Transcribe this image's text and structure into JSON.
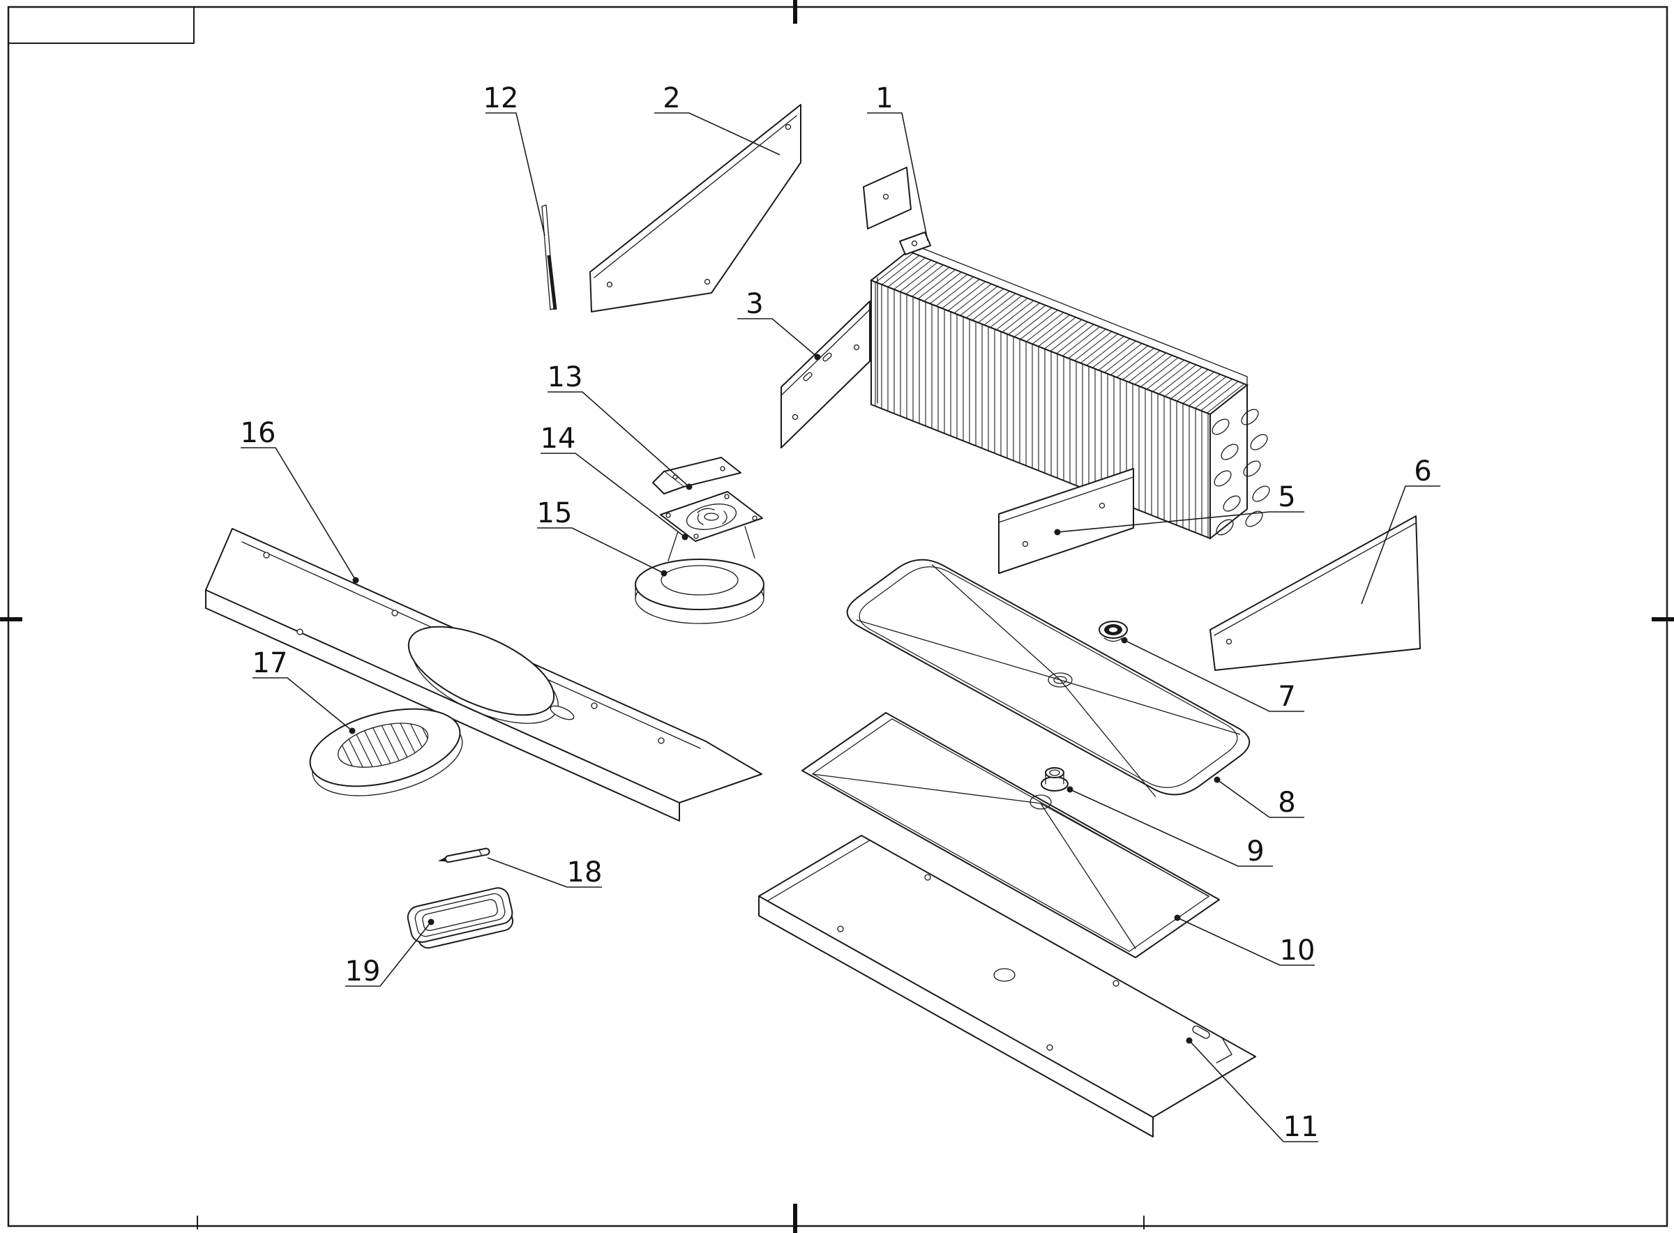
{
  "colors": {
    "background": "#ffffff",
    "line": "#1a1a1a"
  },
  "diagram": {
    "type": "exploded-parts-diagram",
    "callouts": [
      {
        "label": "1"
      },
      {
        "label": "2"
      },
      {
        "label": "3"
      },
      {
        "label": "5"
      },
      {
        "label": "6"
      },
      {
        "label": "7"
      },
      {
        "label": "8"
      },
      {
        "label": "9"
      },
      {
        "label": "10"
      },
      {
        "label": "11"
      },
      {
        "label": "12"
      },
      {
        "label": "13"
      },
      {
        "label": "14"
      },
      {
        "label": "15"
      },
      {
        "label": "16"
      },
      {
        "label": "17"
      },
      {
        "label": "18"
      },
      {
        "label": "19"
      }
    ]
  }
}
